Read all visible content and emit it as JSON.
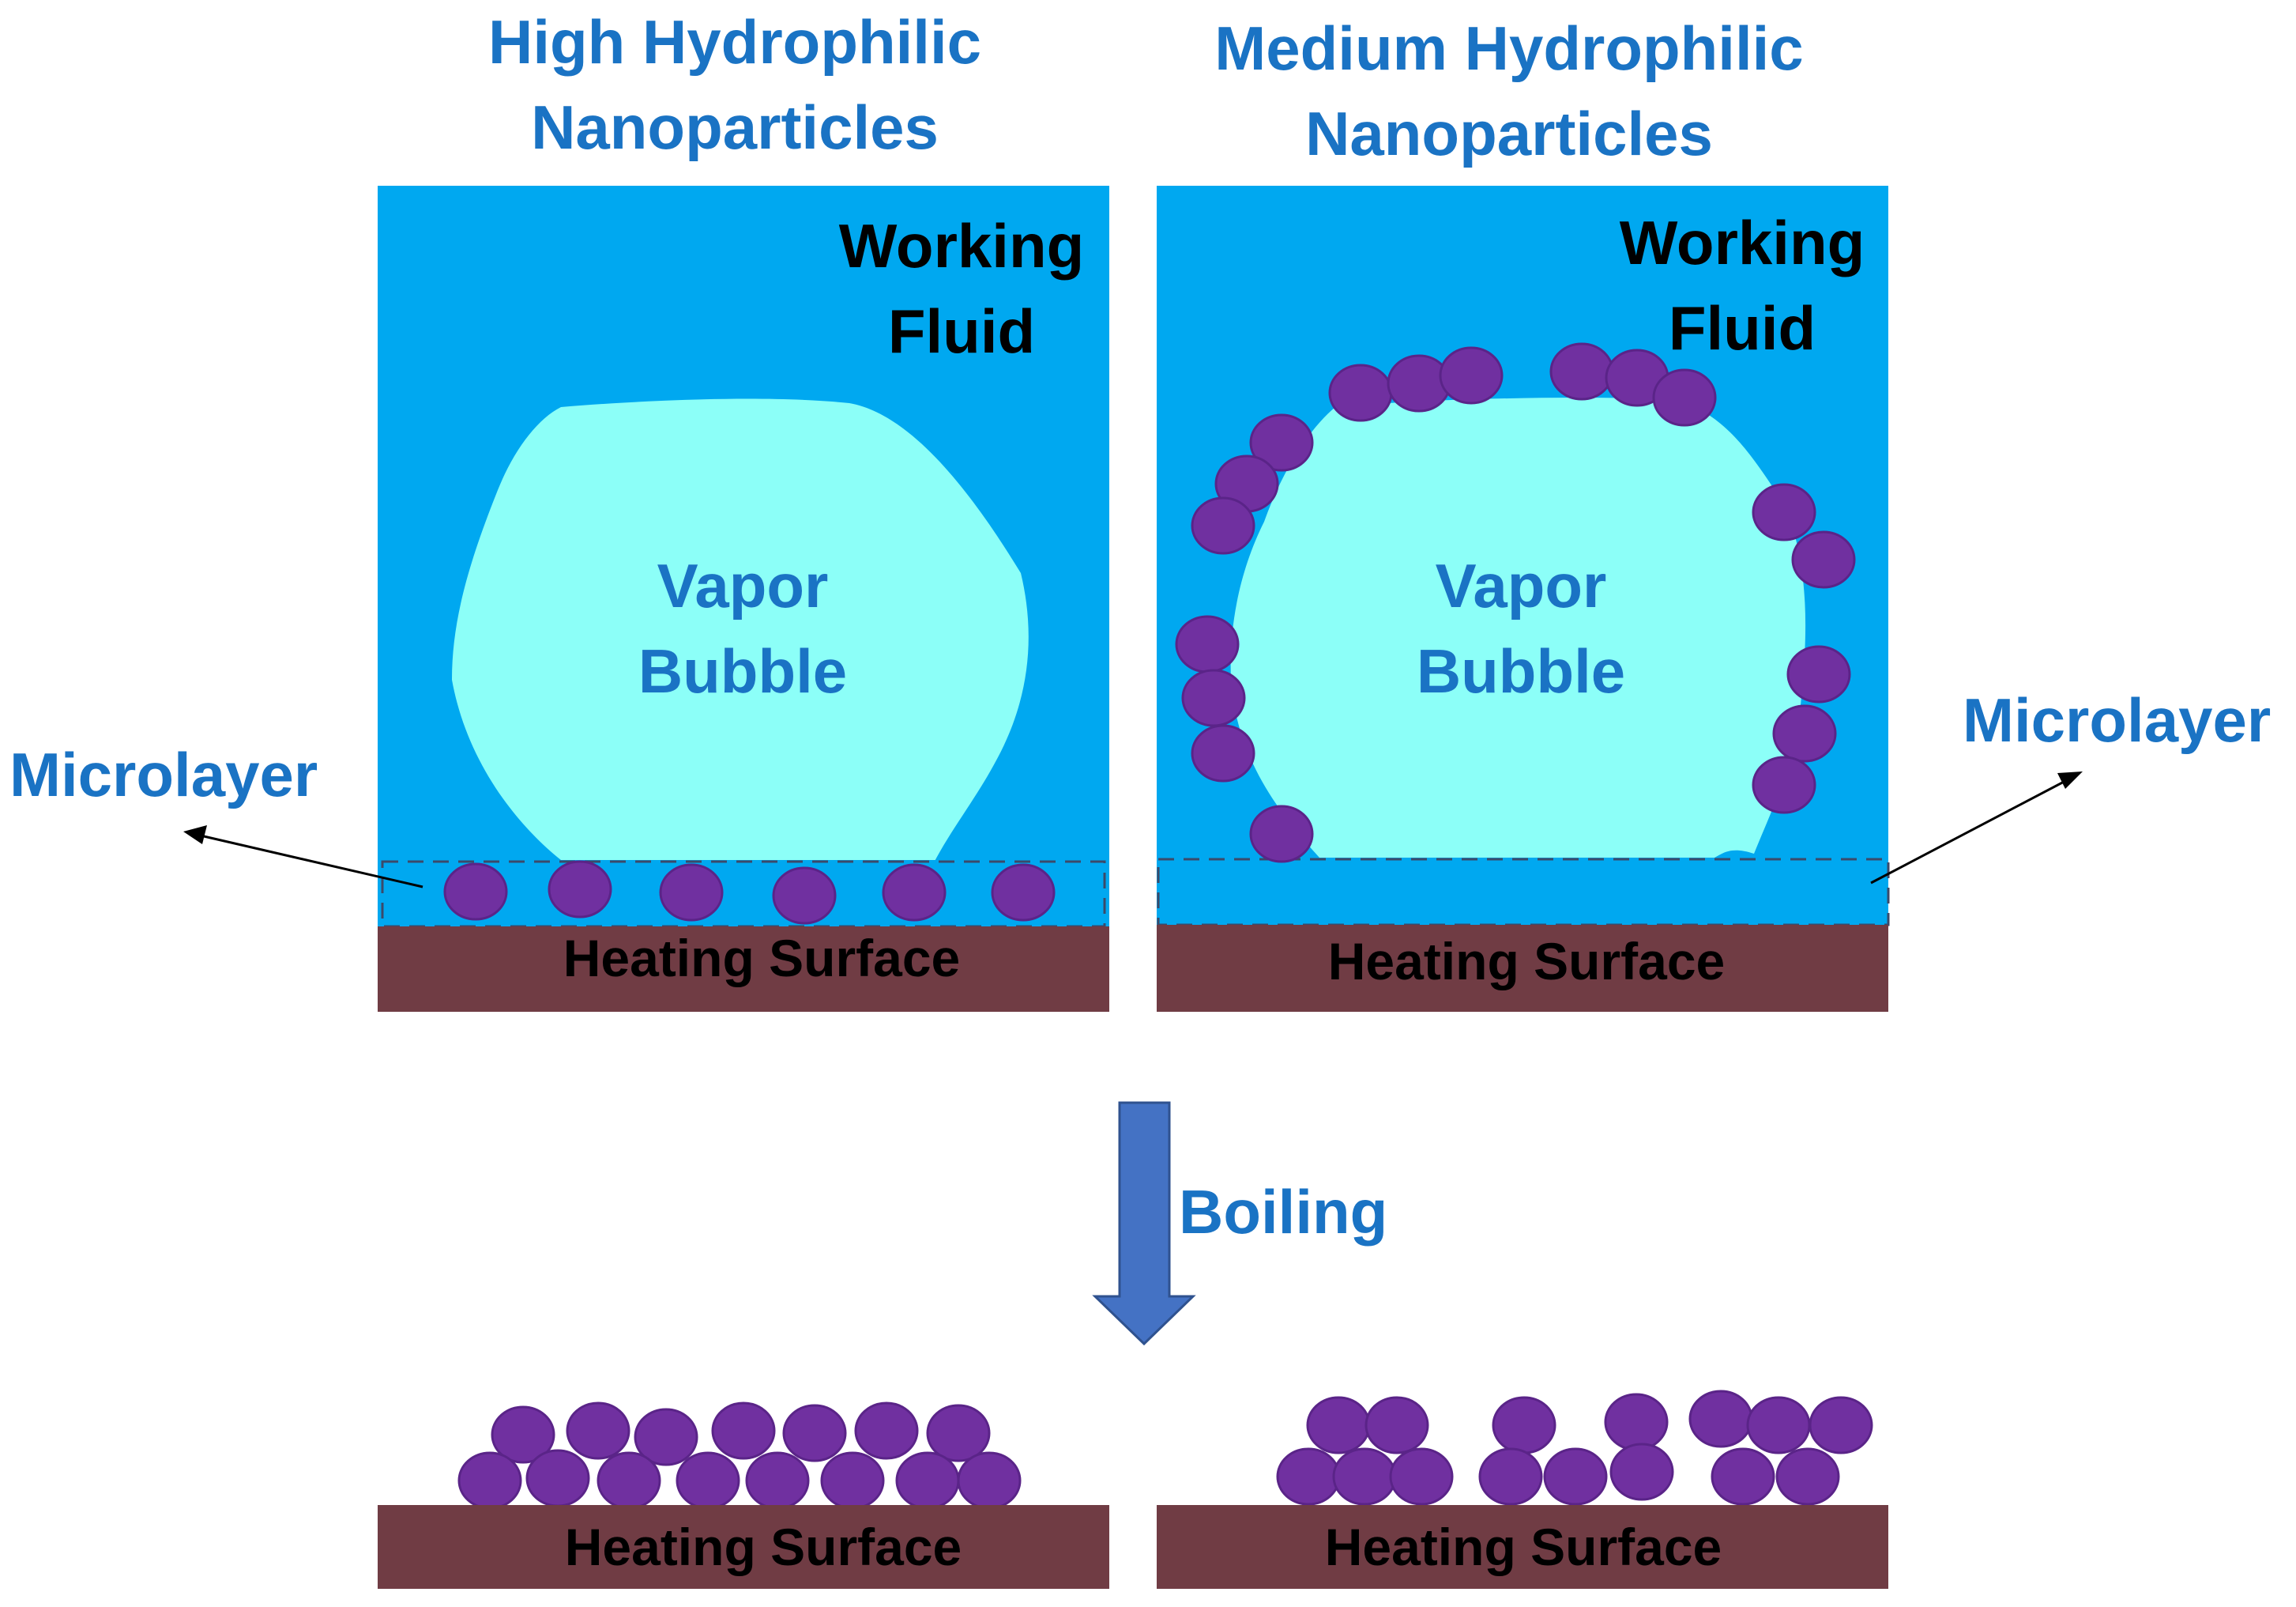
{
  "titles": {
    "left_line1": "High Hydrophilic",
    "left_line2": "Nanoparticles",
    "right_line1": "Medium Hydrophilic",
    "right_line2": "Nanoparticles"
  },
  "labels": {
    "working_line1": "Working",
    "working_line2": "Fluid",
    "vapor_line1": "Vapor",
    "vapor_line2": "Bubble",
    "microlayer": "Microlayer",
    "heating_surface": "Heating Surface",
    "boiling": "Boiling"
  },
  "colors": {
    "working_fluid": "#00a8f0",
    "vapor_bubble": "#8cfff8",
    "heating_surface": "#703c44",
    "nanoparticle": "#7030a0",
    "label_blue": "#1a73c4",
    "arrow": "#4472c4"
  }
}
